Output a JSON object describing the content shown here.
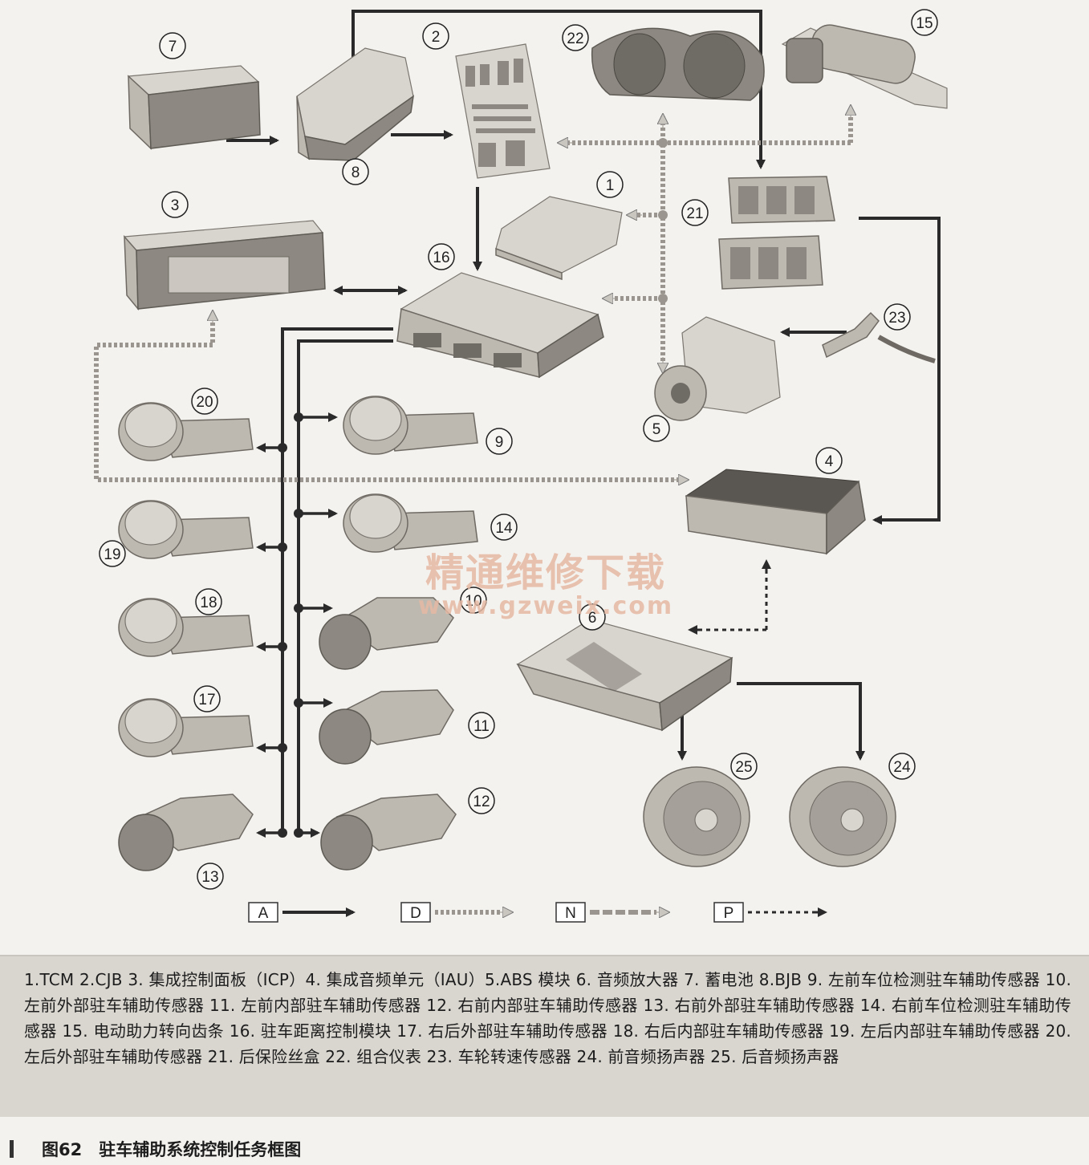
{
  "labels": [
    "7",
    "8",
    "2",
    "22",
    "15",
    "1",
    "21",
    "3",
    "16",
    "23",
    "5",
    "20",
    "9",
    "4",
    "19",
    "14",
    "18",
    "10",
    "6",
    "17",
    "11",
    "25",
    "24",
    "13",
    "12"
  ],
  "legend_keys": [
    "A",
    "D",
    "N",
    "P"
  ],
  "watermark": {
    "title": "精通维修下载",
    "url": "www.gzweix.com"
  },
  "caption": "1.TCM 2.CJB 3. 集成控制面板（ICP）4. 集成音频单元（IAU）5.ABS 模块 6. 音频放大器 7. 蓄电池 8.BJB 9. 左前车位检测驻车辅助传感器 10. 左前外部驻车辅助传感器 11. 左前内部驻车辅助传感器 12. 右前内部驻车辅助传感器 13. 右前外部驻车辅助传感器 14. 右前车位检测驻车辅助传感器 15. 电动助力转向齿条 16. 驻车距离控制模块 17. 右后外部驻车辅助传感器 18. 右后内部驻车辅助传感器 19. 左后内部驻车辅助传感器 20. 左后外部驻车辅助传感器 21. 后保险丝盒 22. 组合仪表 23. 车轮转速传感器 24. 前音频扬声器 25. 后音频扬声器",
  "figure_title": "图62　驻车辅助系统控制任务框图"
}
